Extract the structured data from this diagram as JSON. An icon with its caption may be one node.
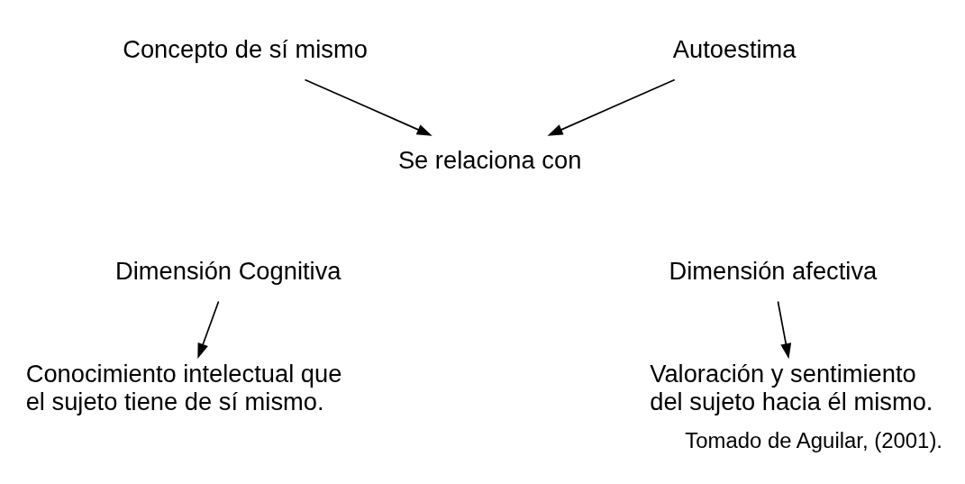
{
  "diagram": {
    "caption": "Tomado de Aguilar, (2001).",
    "nodes": [
      {
        "text": [
          "Concepto de sí mismo"
        ]
      },
      {
        "text": [
          "Autoestima"
        ]
      },
      {
        "text": [
          "Se relaciona con"
        ]
      },
      {
        "text": [
          "Dimensión Cognitiva"
        ]
      },
      {
        "text": [
          "Dimensión afectiva"
        ]
      },
      {
        "text": [
          "Conocimiento intelectual que el sujeto tiene de sí mismo."
        ]
      },
      {
        "text": [
          "Valoración y sentimiento del sujeto hacia él mismo."
        ]
      }
    ],
    "edges": [
      {
        "from": 0,
        "to": 2,
        "arrow": "to"
      },
      {
        "from": 1,
        "to": 2,
        "arrow": "to"
      },
      {
        "from": 3,
        "to": 5,
        "arrow": "to"
      },
      {
        "from": 4,
        "to": 6,
        "arrow": "to"
      }
    ]
  }
}
